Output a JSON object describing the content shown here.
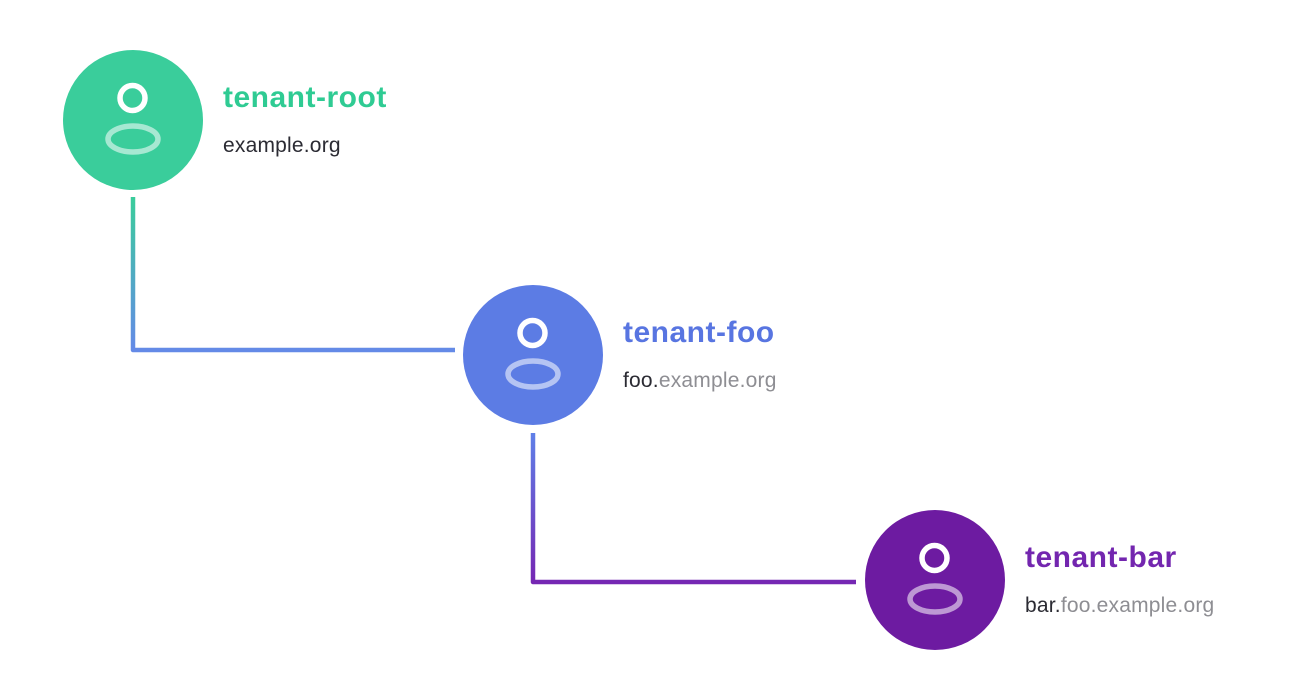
{
  "palette": {
    "background": "#ffffff",
    "text_dark": "#2B2B33",
    "text_muted": "#8E8E93",
    "icon_head_stroke": "#ffffff",
    "icon_body_stroke": "rgba(255,255,255,0.55)"
  },
  "nodes": [
    {
      "id": "tenant-root",
      "name": "tenant-root",
      "domain_primary": "example.org",
      "domain_secondary": "",
      "circle_color": "#3ACD9B",
      "name_color": "#2FCB93"
    },
    {
      "id": "tenant-foo",
      "name": "tenant-foo",
      "domain_primary": "foo.",
      "domain_secondary": "example.org",
      "circle_color": "#5C7CE4",
      "name_color": "#5875E1"
    },
    {
      "id": "tenant-bar",
      "name": "tenant-bar",
      "domain_primary": "bar.",
      "domain_secondary": "foo.example.org",
      "circle_color": "#6D1BA1",
      "name_color": "#7326AF"
    }
  ],
  "connectors": [
    {
      "from": "tenant-root",
      "to": "tenant-foo",
      "from_color": "#3ACD9B",
      "to_color": "#648AE7"
    },
    {
      "from": "tenant-foo",
      "to": "tenant-bar",
      "from_color": "#5F80E8",
      "to_color": "#7527B3"
    }
  ]
}
